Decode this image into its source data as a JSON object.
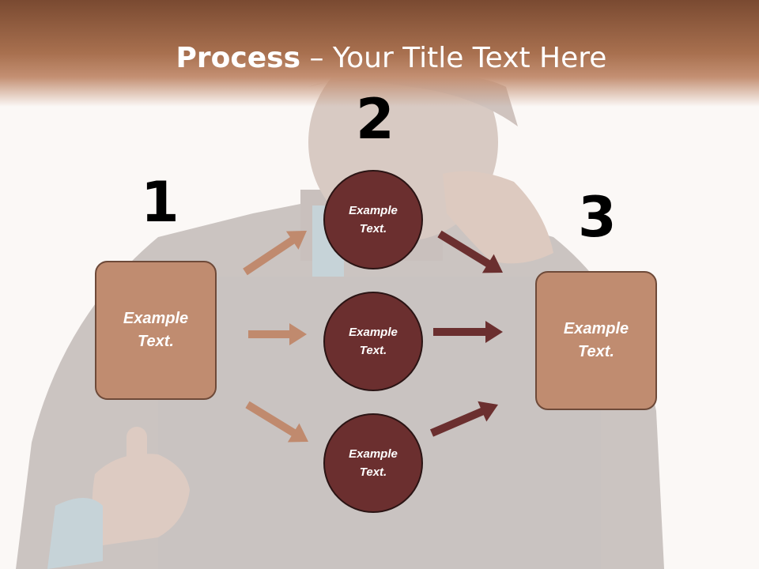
{
  "title": {
    "bold": "Process",
    "rest": " – Your Title Text Here"
  },
  "numbers": [
    "1",
    "2",
    "3"
  ],
  "left_box": {
    "text": "Example\nText."
  },
  "right_box": {
    "text": "Example\nText."
  },
  "circles": [
    {
      "text": "Example\nText."
    },
    {
      "text": "Example\nText."
    },
    {
      "text": "Example\nText."
    }
  ],
  "colors": {
    "header": "#a8704f",
    "box_fill": "#c08c70",
    "circle_fill": "#6b2f2f",
    "arrow_light": "#c08a6e",
    "arrow_dark": "#6b2f2f"
  }
}
